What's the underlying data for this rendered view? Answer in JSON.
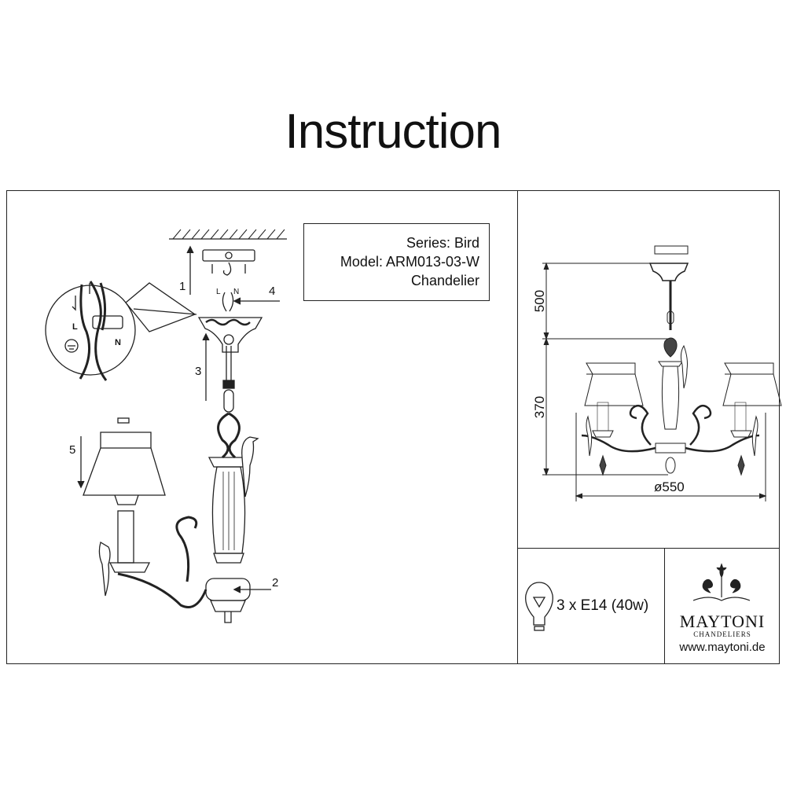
{
  "title": "Instruction",
  "info": {
    "series": "Series: Bird",
    "model": "Model: ARM013-03-W",
    "type": "Chandelier"
  },
  "steps": [
    "1",
    "2",
    "3",
    "4",
    "5"
  ],
  "wiring": {
    "live": "L",
    "neutral": "N"
  },
  "dimensions": {
    "chain": "500",
    "body_height": "370",
    "diameter": "ø550"
  },
  "lamp": {
    "icon": "light-bulb-icon",
    "spec": "3 x E14 (40w)"
  },
  "brand": {
    "name": "MAYTONI",
    "sub": "CHANDELIERS",
    "url": "www.maytoni.de"
  }
}
